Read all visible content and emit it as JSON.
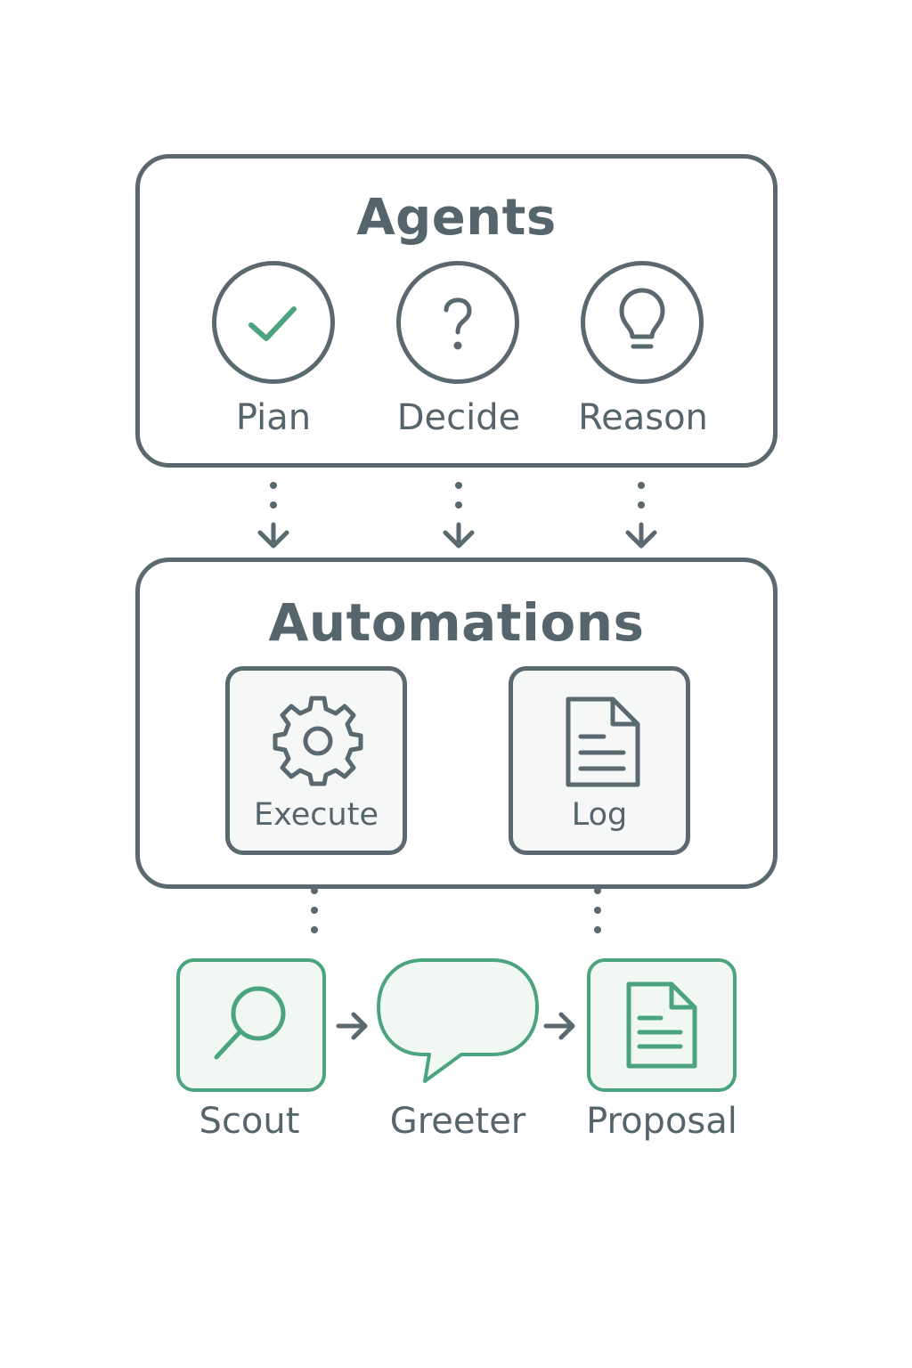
{
  "agents": {
    "title": "Agents",
    "items": [
      {
        "label": "Pian",
        "icon": "check-icon"
      },
      {
        "label": "Decide",
        "icon": "question-icon"
      },
      {
        "label": "Reason",
        "icon": "lightbulb-icon"
      }
    ]
  },
  "automations": {
    "title": "Automations",
    "items": [
      {
        "label": "Execute",
        "icon": "gear-icon"
      },
      {
        "label": "Log",
        "icon": "document-icon"
      }
    ]
  },
  "pipeline": {
    "items": [
      {
        "label": "Scout",
        "icon": "search-icon"
      },
      {
        "label": "Greeter",
        "icon": "speech-bubble-icon"
      },
      {
        "label": "Proposal",
        "icon": "document-icon"
      }
    ]
  },
  "colors": {
    "stroke": "#5a686f",
    "text": "#56646c",
    "accent_green": "#4ba37f",
    "green_fill": "#f1f8f3"
  }
}
